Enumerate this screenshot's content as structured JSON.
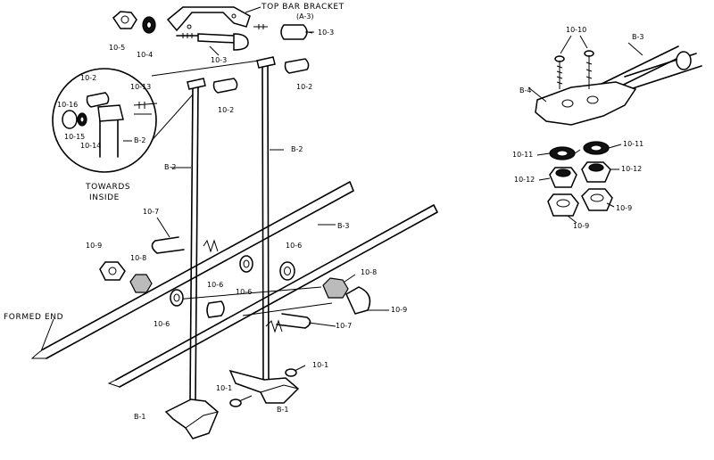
{
  "labels": {
    "top_bar_bracket": "TOP BAR BRACKET",
    "top_bar_bracket_code": "(A-3)",
    "towards_inside_1": "TOWARDS",
    "towards_inside_2": "INSIDE",
    "formed_end": "FORMED END",
    "p10_1a": "10-1",
    "p10_1b": "10-1",
    "p10_2a": "10-2",
    "p10_2b": "10-2",
    "p10_2c": "10-2",
    "p10_3a": "10-3",
    "p10_3b": "10-3",
    "p10_4": "10-4",
    "p10_5": "10-5",
    "p10_6a": "10-6",
    "p10_6b": "10-6",
    "p10_6c": "10-6",
    "p10_6d": "10-6",
    "p10_7a": "10-7",
    "p10_7b": "10-7",
    "p10_8a": "10-8",
    "p10_8b": "10-8",
    "p10_9a": "10-9",
    "p10_9b": "10-9",
    "p10_9c": "10-9",
    "p10_9d": "10-9",
    "p10_10": "10-10",
    "p10_11a": "10-11",
    "p10_11b": "10-11",
    "p10_12a": "10-12",
    "p10_12b": "10-12",
    "p10_13": "10-13",
    "p10_14": "10-14",
    "p10_15": "10-15",
    "p10_16": "10-16",
    "b1a": "B-1",
    "b1b": "B-1",
    "b2a": "B-2",
    "b2b": "B-2",
    "b2c": "B-2",
    "b3a": "B-3",
    "b3b": "B-3",
    "b4": "B-4"
  }
}
